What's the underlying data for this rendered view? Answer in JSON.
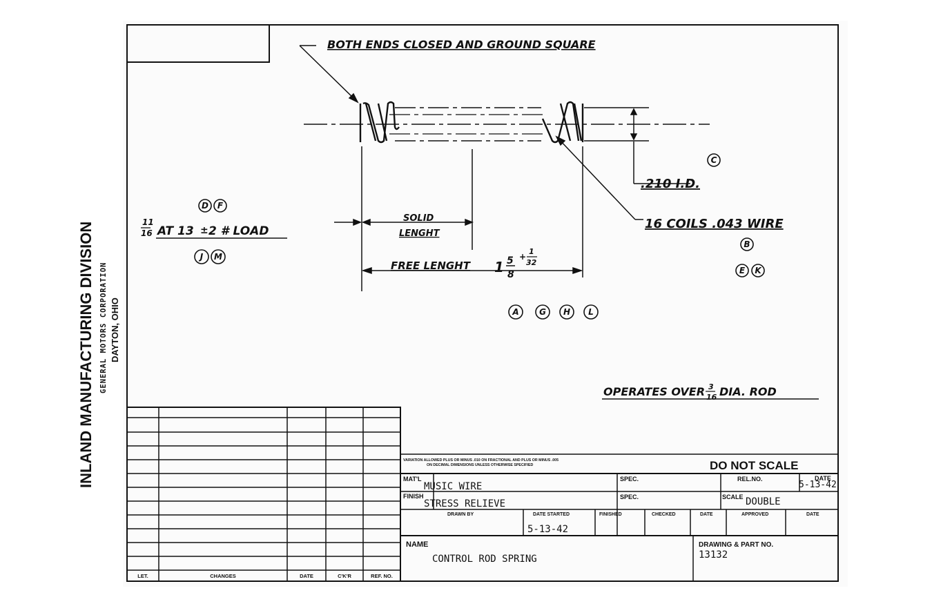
{
  "company": {
    "division": "INLAND MANUFACTURING DIVISION",
    "corporation": "GENERAL MOTORS CORPORATION",
    "location": "DAYTON, OHIO"
  },
  "notes": {
    "ends": "BOTH ENDS CLOSED AND GROUND SQUARE",
    "id_mark": "C",
    "id": ".210 I.D.",
    "coils": "16 COILS .043 WIRE",
    "coils_marks_top": "B",
    "coils_marks": [
      "E",
      "K"
    ],
    "load_marks_top": [
      "D",
      "F"
    ],
    "load_num": "11",
    "load_den": "16",
    "load_text": "AT 13",
    "load_pm": "±",
    "load_tail": "2 # LOAD",
    "load_marks_bottom": [
      "J",
      "M"
    ],
    "solid_1": "SOLID",
    "solid_2": "LENGHT",
    "free": "FREE LENGHT",
    "free_whole": "1",
    "free_num": "5",
    "free_den": "8",
    "free_tol_sign": "+",
    "free_tol_num": "1",
    "free_tol_den": "32",
    "length_marks": [
      "A",
      "G",
      "H",
      "L"
    ],
    "operates": "OPERATES OVER",
    "operates_num": "3",
    "operates_den": "16",
    "operates_tail": "DIA. ROD"
  },
  "title_block": {
    "variation_1": "VARIATION ALLOWED PLUS OR MINUS .010 ON FRACTIONAL AND PLUS OR MINUS .005",
    "variation_2": "ON DECIMAL DIMENSIONS UNLESS OTHERWISE SPECIFIED",
    "do_not_scale": "DO NOT SCALE",
    "matl_label": "MAT'L",
    "matl_value": "MUSIC WIRE",
    "spec_label": "SPEC.",
    "relno_label": "REL.NO.",
    "date_label": "DATE",
    "date_value": "5-13-42",
    "finish_label": "FINISH",
    "finish_value": "STRESS RELIEVE",
    "spec2_label": "SPEC.",
    "scale_label": "SCALE",
    "scale_value": "DOUBLE",
    "drawn_by_label": "DRAWN BY",
    "date_started_label": "DATE STARTED",
    "date_started_value": "5-13-42",
    "finished_label": "FINISHED",
    "checked_label": "CHECKED",
    "date2_label": "DATE",
    "approved_label": "APPROVED",
    "date3_label": "DATE",
    "name_label": "NAME",
    "name_value": "CONTROL ROD SPRING",
    "part_label": "DRAWING & PART NO.",
    "part_value": "13132"
  },
  "revisions": {
    "headers": [
      "LET.",
      "CHANGES",
      "DATE",
      "C'K'R",
      "REF. NO."
    ]
  }
}
